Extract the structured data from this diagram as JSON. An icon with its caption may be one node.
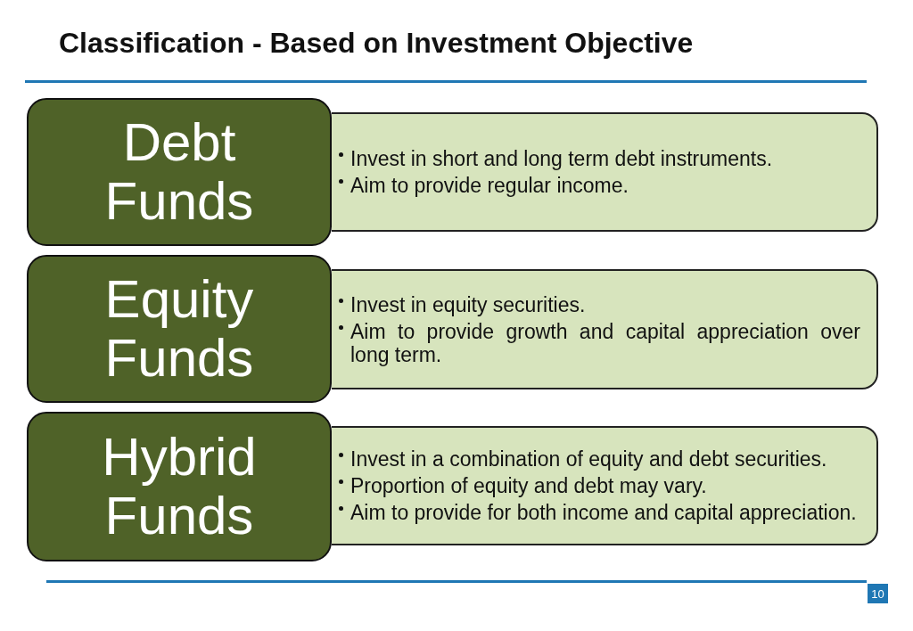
{
  "diagram": {
    "title": "Classification - Based on Investment Objective",
    "nodes": [
      {
        "text": [
          "Debt Funds"
        ]
      },
      {
        "text": [
          "Invest in short and long term debt instruments.",
          "Aim to provide regular income."
        ]
      },
      {
        "text": [
          "Equity Funds"
        ]
      },
      {
        "text": [
          "Invest in equity securities.",
          "Aim to provide growth and capital appreciation over long term."
        ]
      },
      {
        "text": [
          "Hybrid Funds"
        ]
      },
      {
        "text": [
          "Invest in a combination of equity and debt securities.",
          "Proportion of equity and debt may vary.",
          "Aim to provide for both income and capital appreciation."
        ]
      }
    ],
    "edges": [],
    "labels": [
      "10"
    ]
  }
}
